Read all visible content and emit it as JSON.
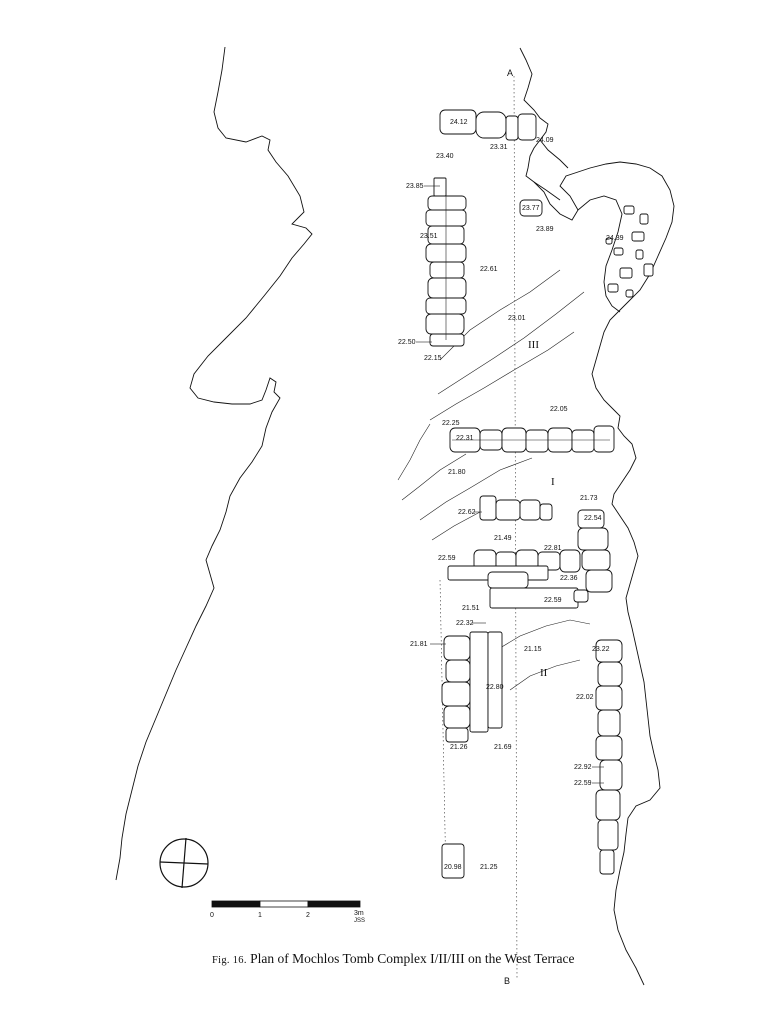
{
  "figure": {
    "caption_prefix": "Fig. 16.",
    "caption_text": "Plan of Mochlos Tomb Complex I/II/III on the West Terrace"
  },
  "section_line": {
    "start": "A",
    "end": "B"
  },
  "rooms": {
    "room1": "I",
    "room2": "II",
    "room3": "III"
  },
  "elevations": [
    "24.12",
    "23.31",
    "24.09",
    "23.40",
    "23.85",
    "23.77",
    "23.89",
    "24.39",
    "23.51",
    "22.61",
    "23.01",
    "22.50",
    "22.15",
    "22.05",
    "22.25",
    "22.31",
    "21.80",
    "21.73",
    "22.62",
    "22.54",
    "21.49",
    "22.81",
    "22.59",
    "22.36",
    "22.59",
    "21.51",
    "22.32",
    "21.81",
    "21.15",
    "23.22",
    "22.80",
    "22.02",
    "21.26",
    "21.69",
    "22.92",
    "22.59",
    "20.98",
    "21.25"
  ],
  "scale_bar": {
    "ticks": [
      "0",
      "1",
      "2",
      "3m"
    ],
    "initials": "JSS"
  },
  "north_arrow": {
    "icon": "north-arrow-icon"
  }
}
